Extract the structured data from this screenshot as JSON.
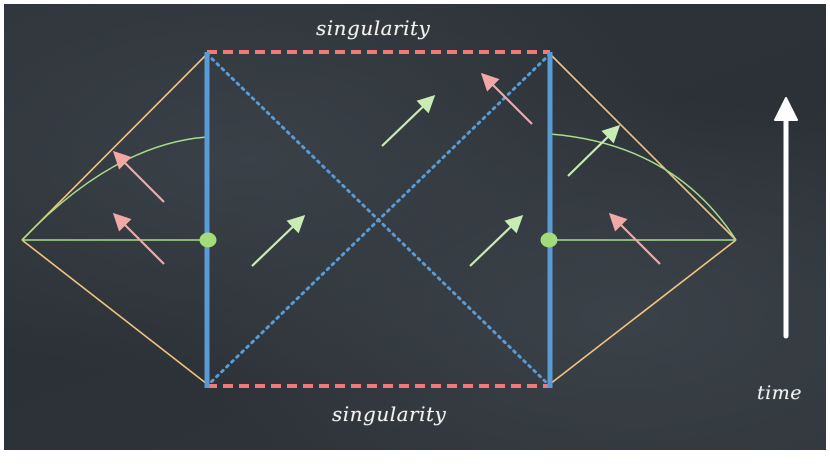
{
  "labels": {
    "singularity_top": "singularity",
    "singularity_bottom": "singularity",
    "time": "time"
  },
  "colors": {
    "board": "#2e3439",
    "horizon_blue": "#5b9bd5",
    "singularity_red": "#f07a78",
    "boundary_orange": "#f2c47e",
    "curve_green": "#a8dc8c",
    "arrow_green": "#c8ecb4",
    "arrow_pink": "#f2a8a4",
    "time_arrow": "#ffffff"
  },
  "icons": {
    "time_arrow": "up-arrow-icon",
    "bifurcation_points": "dot-icon"
  }
}
